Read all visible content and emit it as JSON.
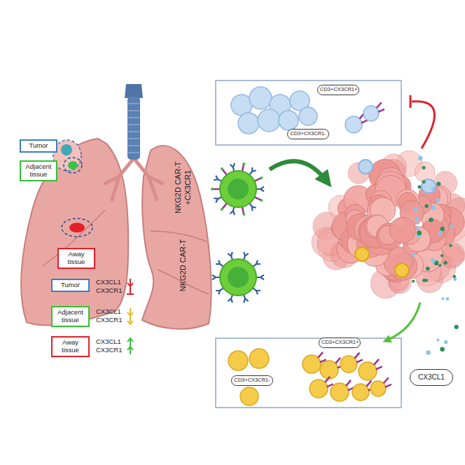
{
  "diagram": {
    "nodes": [
      {
        "text": [
          "Tumor"
        ]
      },
      {
        "text": [
          "Adjacent tissue"
        ]
      },
      {
        "text": [
          "Away tissue"
        ]
      },
      {
        "text": [
          "Tumor"
        ]
      },
      {
        "text": [
          "Adjacent tissue"
        ]
      },
      {
        "text": [
          "Away tissue"
        ]
      },
      {
        "text": [
          "CD3+CX3CR1+"
        ]
      },
      {
        "text": [
          "CD3+CX3CR1-"
        ]
      },
      {
        "text": [
          "CD3+CX3CR1+"
        ]
      },
      {
        "text": [
          "CD3+CX3CR1-"
        ]
      },
      {
        "text": [
          "CX3CL1"
        ]
      }
    ],
    "labels": [
      "CX3CL1",
      "CX3CR1",
      "CX3CL1",
      "CX3CR1",
      "CX3CL1",
      "CX3CR1",
      "NKG2D CAR-T +CX3CR1",
      "NKG2D CAR-T"
    ]
  }
}
